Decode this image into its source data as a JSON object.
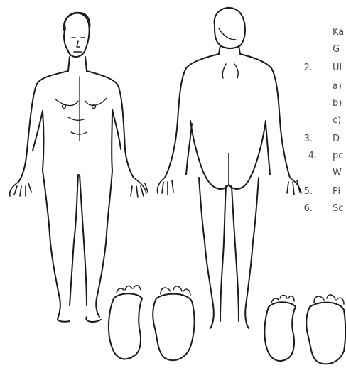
{
  "list_fragments": {
    "line1": "Ka",
    "line2": "G",
    "item2_num": "2.",
    "item2_text": "Ul",
    "sub_a": "a)",
    "sub_b": "b)",
    "sub_c": "c)",
    "item3_num": "3.",
    "item3_text": "D",
    "item4_num": "4.",
    "item4_text": "pc",
    "item4_cont": "W",
    "item5_num": "5.",
    "item5_text": "Pi",
    "item6_num": "6.",
    "item6_text": "Sc"
  },
  "colors": {
    "line": "#1a1a1a",
    "text": "#4a4a4a",
    "background": "#ffffff"
  }
}
